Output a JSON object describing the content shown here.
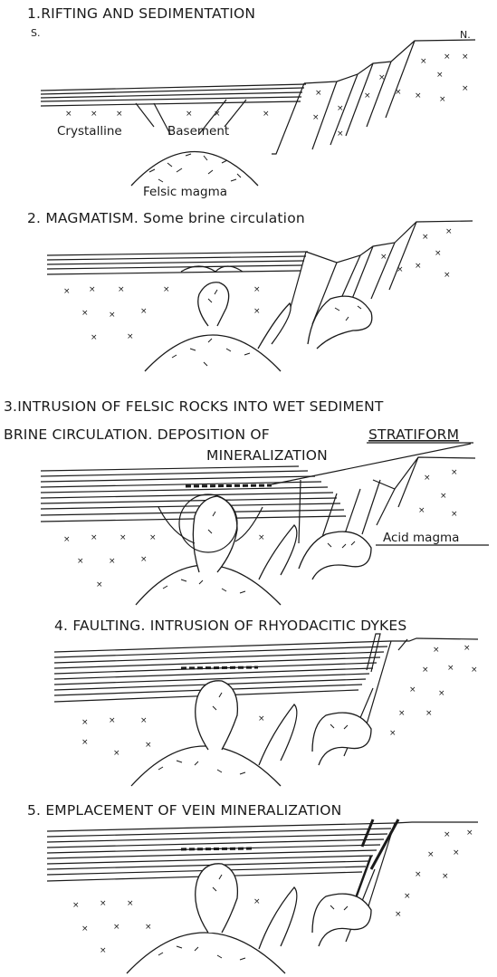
{
  "stages": [
    {
      "title": "1.RIFTING AND SEDIMENTATION",
      "south_label": "S.",
      "north_label": "N.",
      "labels": [
        "Crystalline",
        "Basement",
        "Felsic magma"
      ]
    },
    {
      "title": "2. MAGMATISM. Some brine circulation",
      "labels": []
    },
    {
      "title": "3.INTRUSION OF FELSIC ROCKS INTO WET SEDIMENT",
      "title_line2": "BRINE CIRCULATION. DEPOSITION OF",
      "title_underlined": "STRATIFORM",
      "title_line3": "MINERALIZATION",
      "labels": [
        "Acid magma"
      ]
    },
    {
      "title": "4. FAULTING. INTRUSION OF RHYODACITIC  DYKES",
      "labels": []
    },
    {
      "title": "5. EMPLACEMENT OF VEIN MINERALIZATION",
      "labels": []
    }
  ]
}
